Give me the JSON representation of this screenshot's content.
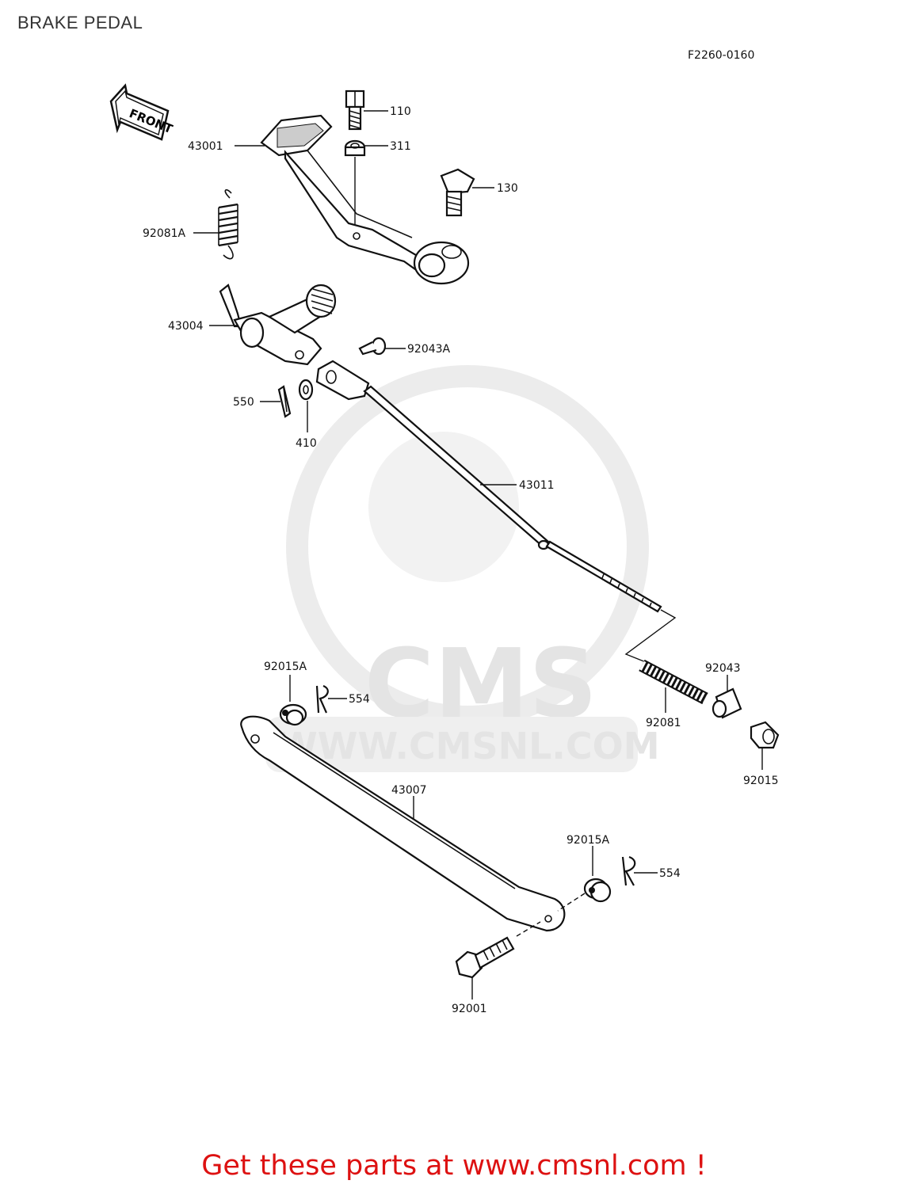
{
  "page": {
    "title": "BRAKE PEDAL",
    "figure_code": "F2260-0160",
    "front_label": "FRONT"
  },
  "watermark": {
    "logo_text": "CMS",
    "url_text": "WWW.CMSNL.COM"
  },
  "parts": [
    {
      "id": "p110",
      "label": "110"
    },
    {
      "id": "p311",
      "label": "311"
    },
    {
      "id": "p130",
      "label": "130"
    },
    {
      "id": "p43001",
      "label": "43001"
    },
    {
      "id": "p92081A",
      "label": "92081A"
    },
    {
      "id": "p43004",
      "label": "43004"
    },
    {
      "id": "p92043A",
      "label": "92043A"
    },
    {
      "id": "p550",
      "label": "550"
    },
    {
      "id": "p410",
      "label": "410"
    },
    {
      "id": "p43011",
      "label": "43011"
    },
    {
      "id": "p92015A_top",
      "label": "92015A"
    },
    {
      "id": "p554_top",
      "label": "554"
    },
    {
      "id": "p92043",
      "label": "92043"
    },
    {
      "id": "p92081",
      "label": "92081"
    },
    {
      "id": "p92015",
      "label": "92015"
    },
    {
      "id": "p43007",
      "label": "43007"
    },
    {
      "id": "p92015A_bottom",
      "label": "92015A"
    },
    {
      "id": "p554_bottom",
      "label": "554"
    },
    {
      "id": "p92001",
      "label": "92001"
    }
  ],
  "footer": {
    "link_text": "Get these parts at www.cmsnl.com !",
    "link_color": "#dd1111"
  }
}
